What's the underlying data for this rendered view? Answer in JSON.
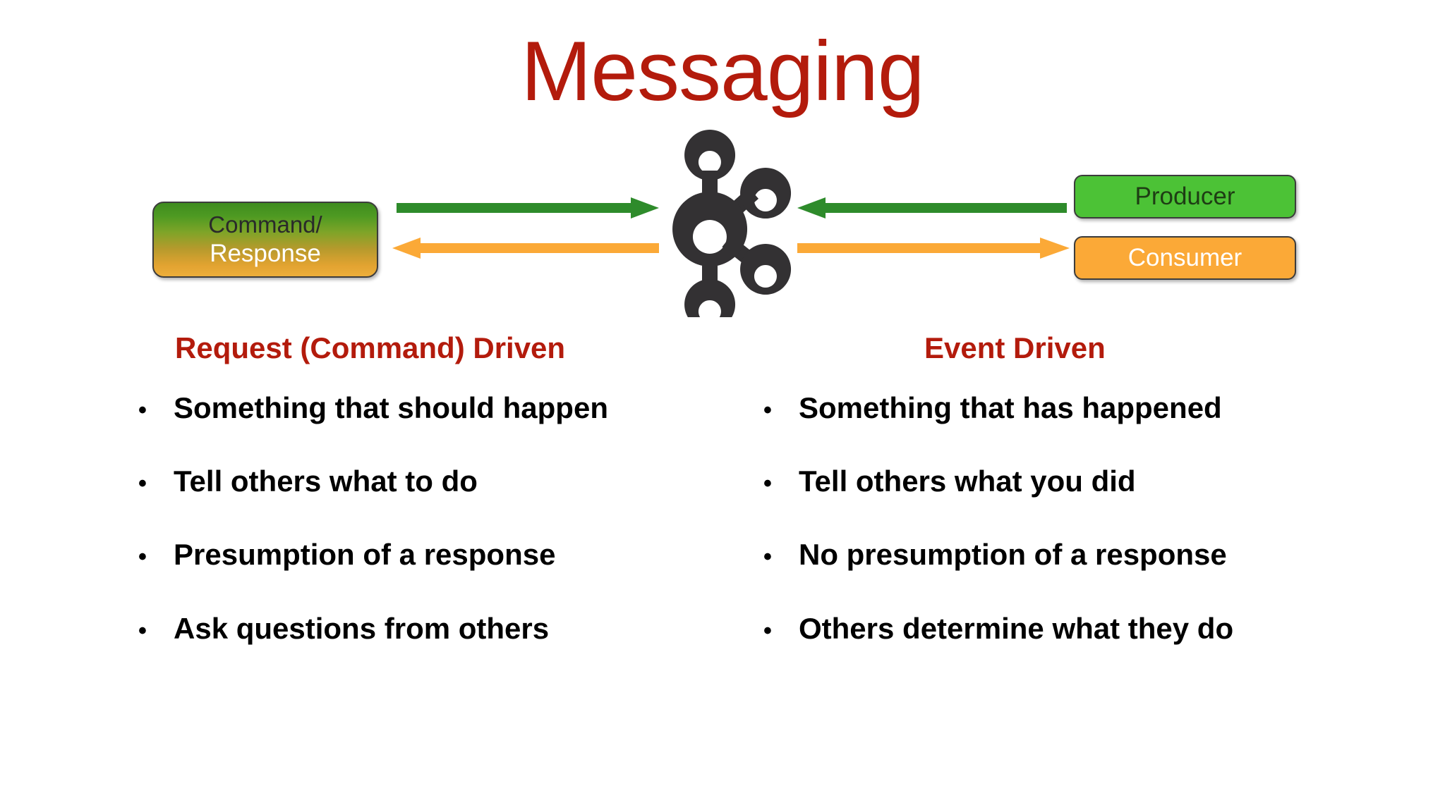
{
  "slide": {
    "title": "Messaging",
    "title_color": "#B31B0C",
    "background": "#ffffff"
  },
  "diagram": {
    "center_icon": "kafka-logo",
    "center_icon_color": "#333133",
    "command_box": {
      "line1": "Command/",
      "line2": "Response",
      "gradient_from": "#3E8C1E",
      "gradient_to": "#EDAE3A",
      "line1_color": "#2a2a2a",
      "line2_color": "#ffffff"
    },
    "producer_box": {
      "label": "Producer",
      "fill": "#4CC236",
      "text_color": "#1e3d14"
    },
    "consumer_box": {
      "label": "Consumer",
      "fill": "#FBA937",
      "text_color": "#ffffff"
    },
    "arrows": [
      {
        "name": "command-to-broker",
        "color": "#2E8B2B",
        "direction": "right"
      },
      {
        "name": "broker-to-response",
        "color": "#FBA937",
        "direction": "left"
      },
      {
        "name": "producer-to-broker",
        "color": "#2E8B2B",
        "direction": "left"
      },
      {
        "name": "broker-to-consumer",
        "color": "#FBA937",
        "direction": "right"
      }
    ]
  },
  "columns": {
    "left": {
      "heading": "Request (Command) Driven",
      "heading_color": "#B31B0C",
      "bullet_glyph": "•",
      "bullets": [
        "Something that should happen",
        "Tell others what to do",
        "Presumption of a response",
        "Ask questions from others"
      ]
    },
    "right": {
      "heading": "Event Driven",
      "heading_color": "#B31B0C",
      "bullet_glyph": "•",
      "bullets": [
        "Something that has happened",
        "Tell others what you did",
        "No presumption of a response",
        "Others determine what they do"
      ]
    }
  }
}
